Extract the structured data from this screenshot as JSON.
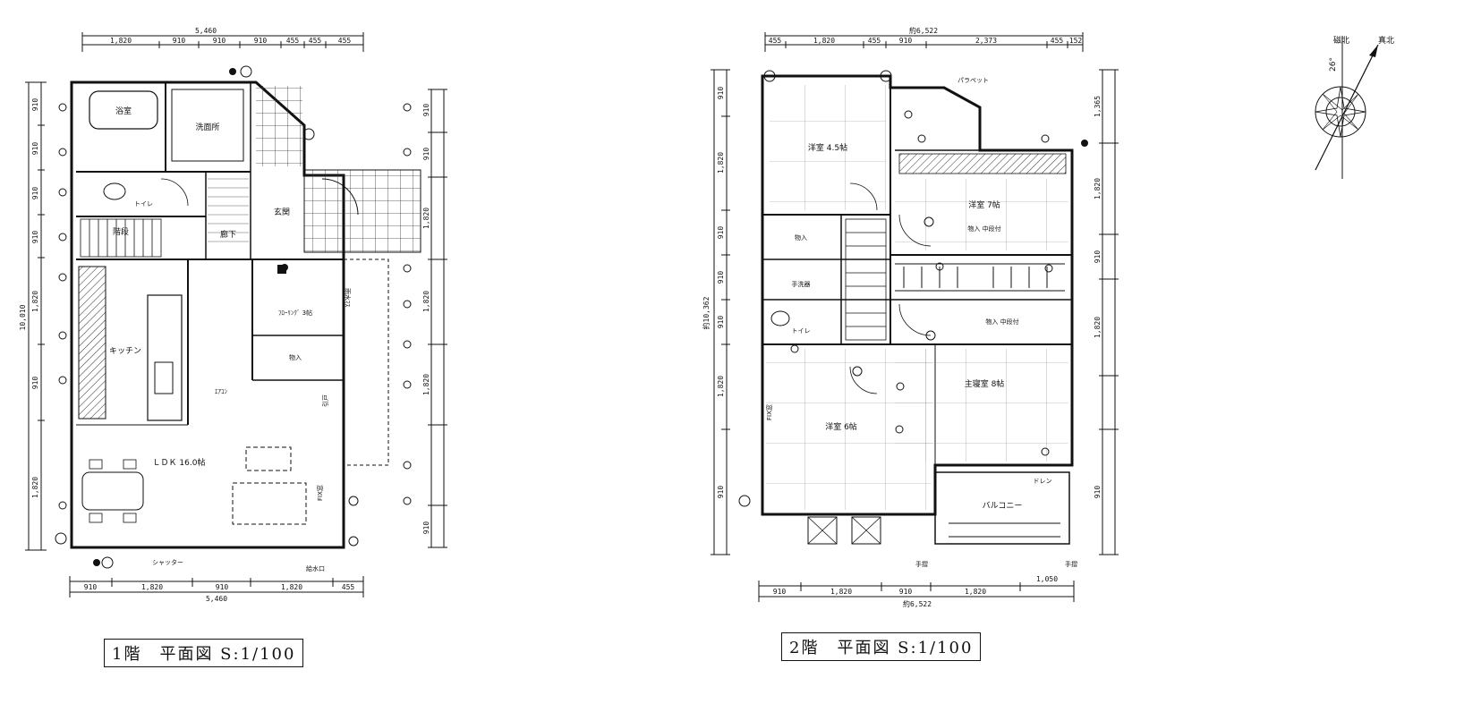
{
  "floor1": {
    "caption": "1階　平面図 S:1/100",
    "overall_width": "5,460",
    "overall_depth": "10,010",
    "top_dims": [
      "1,820",
      "910",
      "910",
      "910",
      "455",
      "455",
      "455"
    ],
    "bottom_dims": [
      "910",
      "1,820",
      "910",
      "1,820",
      "455"
    ],
    "left_dims": [
      "910",
      "910",
      "910",
      "910",
      "1,820",
      "910",
      "1,820"
    ],
    "right_dims": [
      "910",
      "910",
      "1,820",
      "1,820",
      "1,820",
      "910"
    ],
    "rooms": {
      "bath": "浴室",
      "washroom": "洗面所",
      "toilet": "トイレ",
      "stairs": "階段",
      "hall": "廊下",
      "entrance": "玄関",
      "ldk": "ＬＤＫ 16.0帖",
      "kitchen": "キッチン",
      "closet": "物入",
      "wic": "ﾌﾛｰﾘﾝｸﾞ 3帖"
    },
    "notes": {
      "shutter": "シャッター",
      "roof_drain": "雨水ﾏｽ",
      "meter": "給水口",
      "aircon": "ｴｱｺﾝ",
      "sliding": "引戸",
      "window": "FIX窓"
    }
  },
  "floor2": {
    "caption": "2階　平面図 S:1/100",
    "overall_width": "約6,522",
    "overall_depth": "約10,362",
    "top_dims": [
      "455",
      "1,820",
      "455",
      "910",
      "2,373",
      "455",
      "152"
    ],
    "bottom_dims": [
      "910",
      "1,820",
      "910",
      "1,820",
      "1,050"
    ],
    "left_dims": [
      "910",
      "1,820",
      "910",
      "910",
      "910",
      "1,820",
      "910"
    ],
    "right_dims": [
      "1,365",
      "1,820",
      "910",
      "1,820",
      "910"
    ],
    "rooms": {
      "western1": "洋室 4.5帖",
      "western2": "洋室 7帖",
      "master": "主寝室 8帖",
      "western3": "洋室 6帖",
      "parapet": "パラペット",
      "balcony": "バルコニー",
      "toilet": "トイレ",
      "wash": "手洗器",
      "storage": "物入",
      "closet1": "物入 中段付",
      "closet2": "物入 中段付"
    },
    "notes": {
      "handrail": "手摺",
      "drain": "ドレン",
      "window": "FIX窓"
    }
  },
  "compass": {
    "label_north": "真北",
    "angle": "26°",
    "label_side": "磁北"
  }
}
